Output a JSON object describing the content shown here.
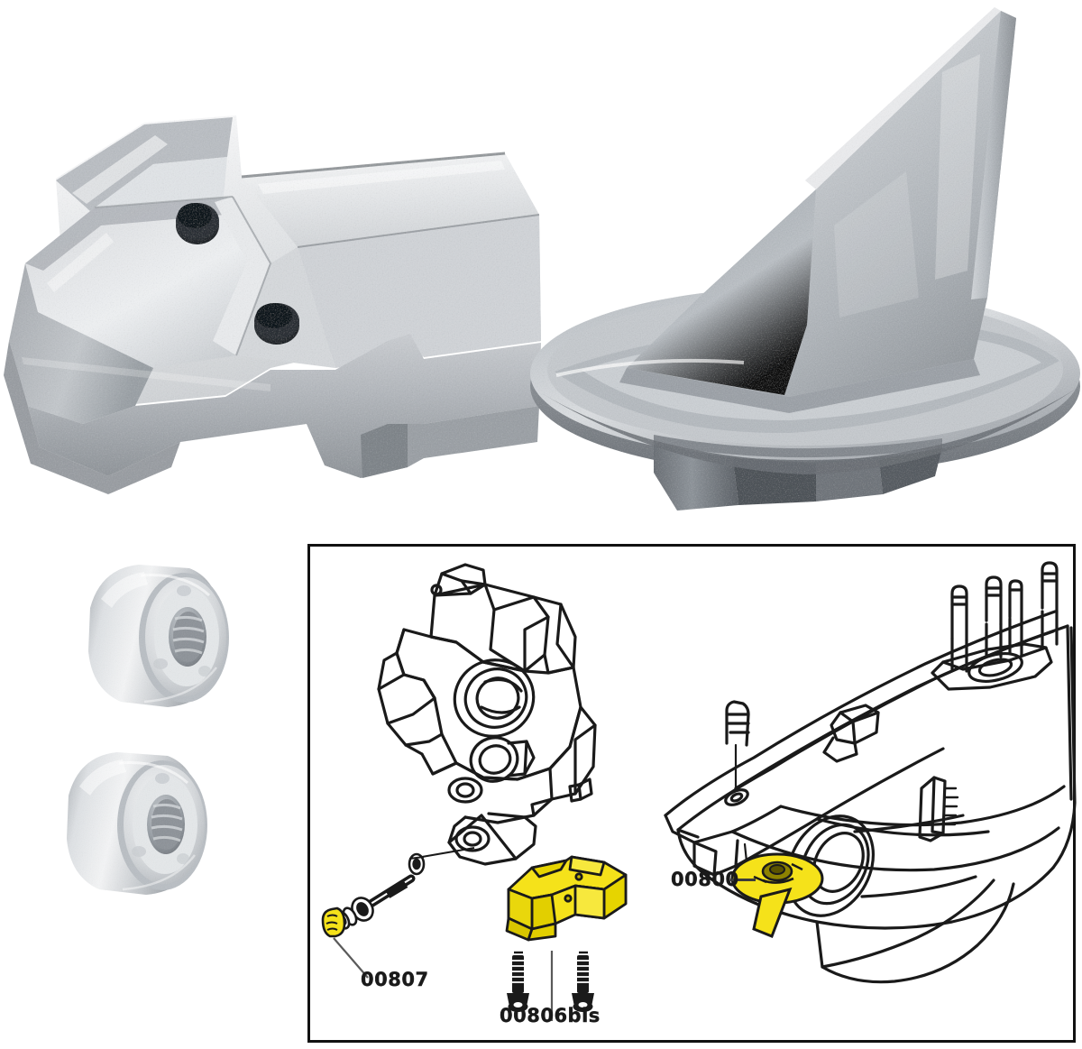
{
  "scene": {
    "background_color": "#ffffff",
    "title": "Marine sacrificial anode kit composite",
    "photo_items": [
      {
        "name": "transom-bracket-anode",
        "description": "Cast metal transom / gearcase block anode, textured silver zinc finish, two bolt holes",
        "color_light": "#f2f3f4",
        "color_mid": "#c7cace",
        "color_dark": "#8d9196"
      },
      {
        "name": "trim-tab-fin-anode",
        "description": "Trim tab skeg fin anode, triangular fin on oval base, textured silver zinc finish",
        "color_light": "#eceef0",
        "color_mid": "#b9bec3",
        "color_dark": "#7b8085"
      },
      {
        "name": "cylindrical-anode-upper",
        "description": "Round threaded barrel anode, upper",
        "color_light": "#f4f5f6",
        "color_mid": "#c3c6ca",
        "color_dark": "#8a8e93"
      },
      {
        "name": "cylindrical-anode-lower",
        "description": "Round threaded barrel anode, lower",
        "color_light": "#f4f5f6",
        "color_mid": "#c3c6ca",
        "color_dark": "#8a8e93"
      }
    ]
  },
  "diagram": {
    "border_color": "#111111",
    "line_color": "#1a1a1a",
    "highlight_color": "#f5e21a",
    "highlight_shadow": "#c9b800",
    "labels": [
      {
        "id": "00807",
        "text": "00807",
        "part": "bushing-anode"
      },
      {
        "id": "00806bis",
        "text": "00806bis",
        "part": "mounting-bolts"
      },
      {
        "id": "00800",
        "text": "00800",
        "part": "trim-tab-anode"
      }
    ],
    "drawings": [
      {
        "name": "swivel-bracket-assembly",
        "description": "Exploded line drawing of outboard swivel bracket with tilt tube, shaft, washers and bushing anode"
      },
      {
        "name": "block-anode-highlight",
        "description": "Yellow highlighted block anode"
      },
      {
        "name": "bolt-pair",
        "description": "Two hex-head threaded mounting bolts"
      },
      {
        "name": "gearcase-assembly",
        "description": "Line drawing of outboard lower unit gearcase with propeller bore, studs and trim tab anode location"
      },
      {
        "name": "trim-tab-highlight",
        "description": "Yellow highlighted trim tab / skeg anode fitted to gearcase"
      }
    ]
  }
}
